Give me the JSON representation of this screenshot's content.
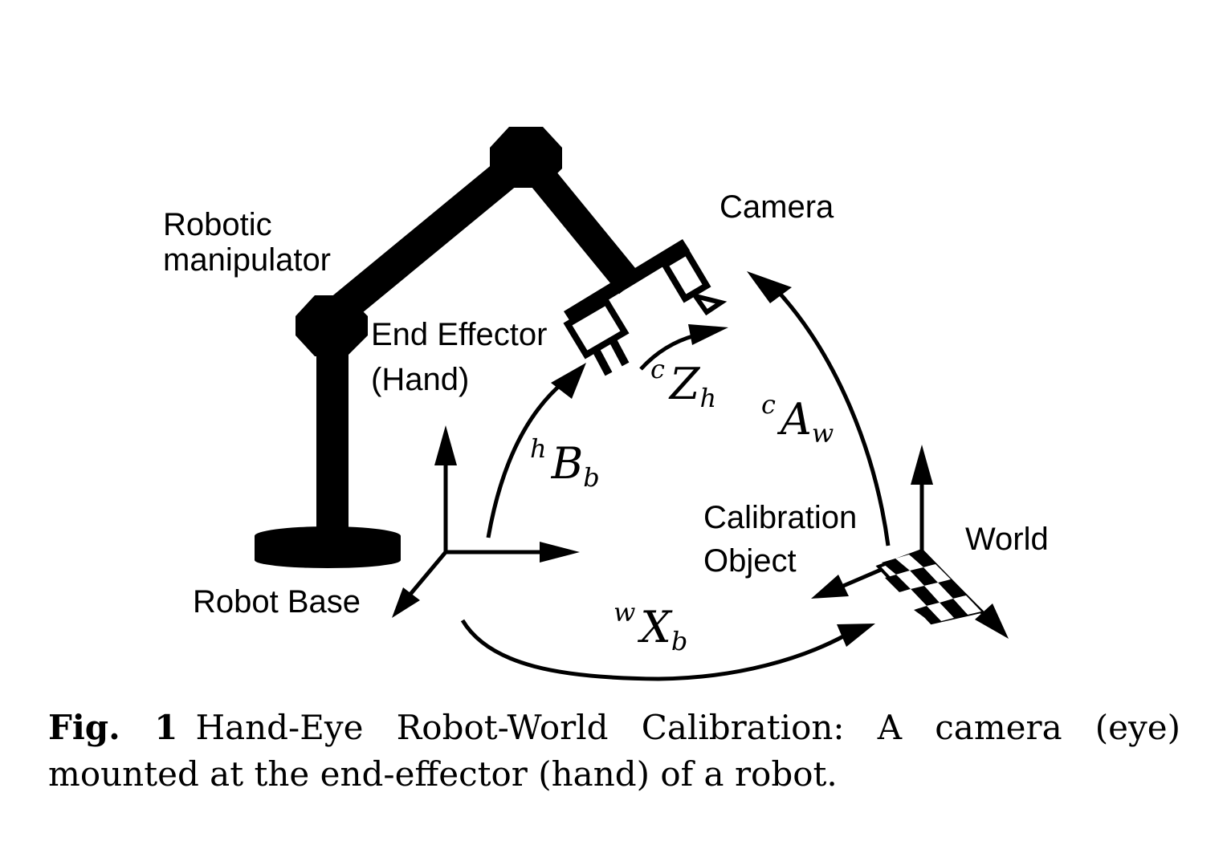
{
  "labels": {
    "robotic_manipulator_line1": "Robotic",
    "robotic_manipulator_line2": "manipulator",
    "camera": "Camera",
    "end_effector_line1": "End Effector",
    "end_effector_line2": "(Hand)",
    "robot_base": "Robot Base",
    "calibration_line1": "Calibration",
    "calibration_line2": "Object",
    "world": "World"
  },
  "transforms": {
    "hBb": {
      "sup": "h",
      "main": "B",
      "sub": "b"
    },
    "cZh": {
      "sup": "c",
      "main": "Z",
      "sub": "h"
    },
    "cAw": {
      "sup": "c",
      "main": "A",
      "sub": "w"
    },
    "wXb": {
      "sup": "w",
      "main": "X",
      "sub": "b"
    }
  },
  "caption": {
    "label": "Fig. 1",
    "text": "Hand-Eye Robot-World Calibration: A camera (eye) mounted at the end-effector (hand) of a robot."
  }
}
